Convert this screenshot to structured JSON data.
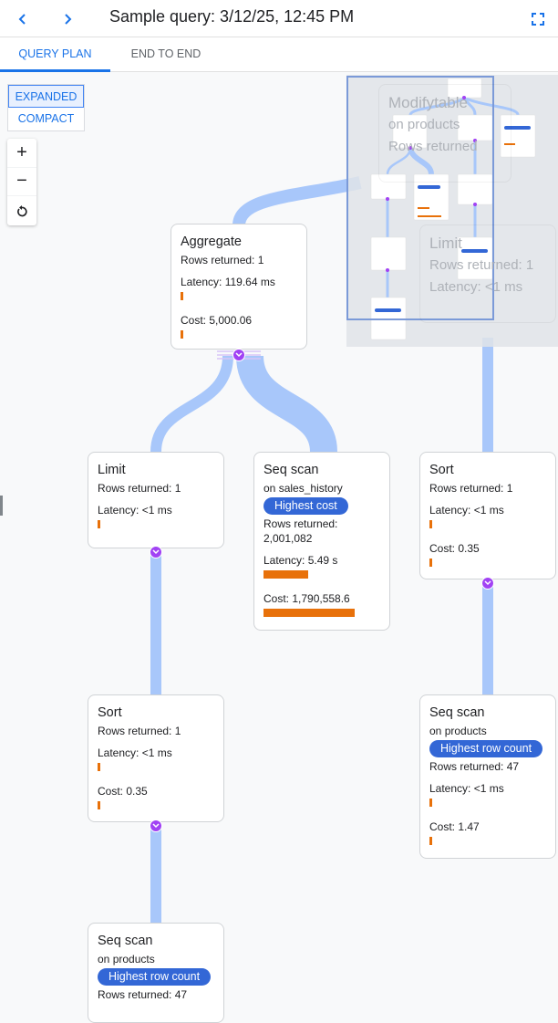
{
  "header": {
    "title": "Sample query: 3/12/25, 12:45 PM",
    "back_icon": "chevron-left-icon",
    "forward_icon": "chevron-right-icon",
    "fullscreen_icon": "fullscreen-icon"
  },
  "tabs": [
    {
      "label": "QUERY PLAN",
      "active": true
    },
    {
      "label": "END TO END",
      "active": false
    }
  ],
  "view_mode": {
    "expanded": "EXPANDED",
    "compact": "COMPACT",
    "selected": "EXPANDED"
  },
  "zoom_controls": {
    "zoom_in": "+",
    "zoom_out": "−",
    "reset_icon": "reset-icon"
  },
  "colors": {
    "accent": "#1a73e8",
    "badge": "#3367d6",
    "bar": "#e8710a",
    "edge": "#a8c7fa",
    "chevron": "#a142f4"
  },
  "ghost_nodes": [
    {
      "title": "Modifytable",
      "sub": "on products",
      "rows": "Rows returned"
    },
    {
      "title": "Limit",
      "rows": "Rows returned: 1",
      "latency": "Latency: <1 ms"
    }
  ],
  "nodes": [
    {
      "id": "aggregate",
      "title": "Aggregate",
      "rows": "Rows returned: 1",
      "latency": "Latency: 119.64 ms",
      "latency_bar": 0.02,
      "cost": "Cost: 5,000.06",
      "cost_bar": 0.01
    },
    {
      "id": "limit",
      "title": "Limit",
      "rows": "Rows returned: 1",
      "latency": "Latency: <1 ms",
      "latency_bar": 0.01
    },
    {
      "id": "seq-scan-sales-history",
      "title": "Seq scan",
      "on": "on",
      "table": "sales_history",
      "badge": "Highest cost",
      "rows_label": "Rows returned:",
      "rows_value": "2,001,082",
      "latency": "Latency: 5.49 s",
      "latency_bar": 0.49,
      "cost": "Cost: 1,790,558.6",
      "cost_bar": 1.0
    },
    {
      "id": "sort-right",
      "title": "Sort",
      "rows": "Rows returned: 1",
      "latency": "Latency: <1 ms",
      "latency_bar": 0.01,
      "cost": "Cost: 0.35",
      "cost_bar": 0.01
    },
    {
      "id": "seq-scan-products-right",
      "title": "Seq scan",
      "on": "on",
      "table": "products",
      "badge": "Highest row count",
      "rows": "Rows returned: 47",
      "latency": "Latency: <1 ms",
      "latency_bar": 0.01,
      "cost": "Cost: 1.47",
      "cost_bar": 0.01
    },
    {
      "id": "sort-left",
      "title": "Sort",
      "rows": "Rows returned: 1",
      "latency": "Latency: <1 ms",
      "latency_bar": 0.01,
      "cost": "Cost: 0.35",
      "cost_bar": 0.01
    },
    {
      "id": "seq-scan-products-left",
      "title": "Seq scan",
      "on": "on",
      "table": "products",
      "badge": "Highest row count",
      "rows": "Rows returned: 47"
    }
  ]
}
